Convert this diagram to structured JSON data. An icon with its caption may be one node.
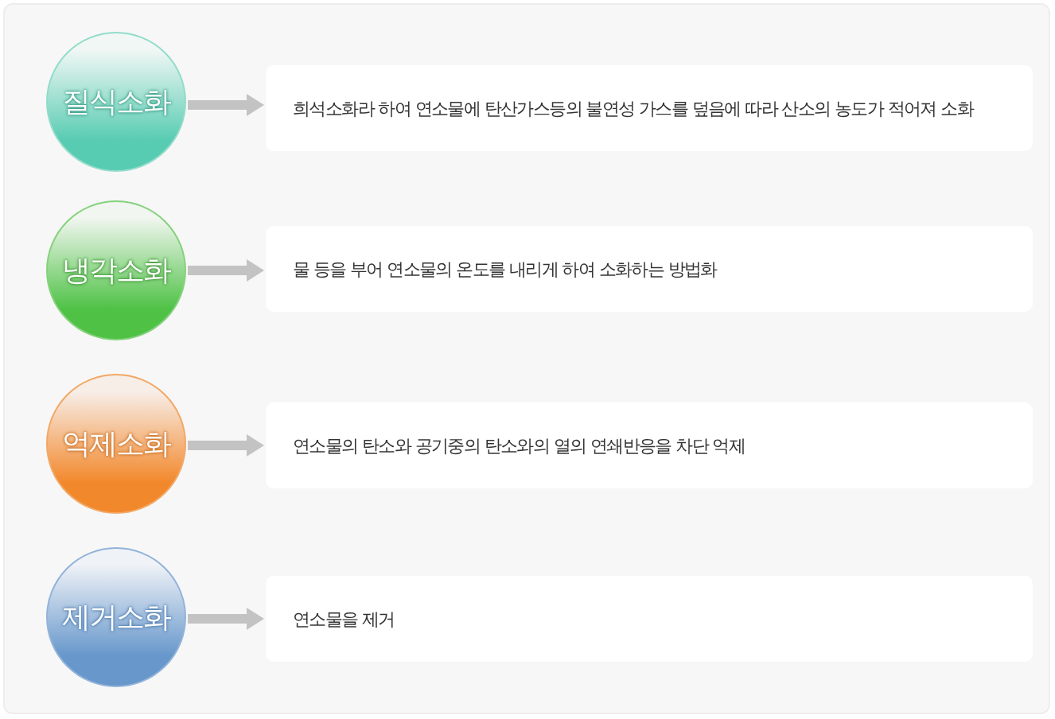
{
  "diagram": {
    "nodes": [
      {
        "text": [
          "질식소화"
        ]
      },
      {
        "text": [
          "희석소화라 하여 연소물에 탄산가스등의 불연성 가스를 덮음에 따라 산소의 농도가 적어져 소화"
        ]
      },
      {
        "text": [
          "냉각소화"
        ]
      },
      {
        "text": [
          "물 등을 부어 연소물의 온도를 내리게 하여 소화하는 방법화"
        ]
      },
      {
        "text": [
          "억제소화"
        ]
      },
      {
        "text": [
          "연소물의 탄소와 공기중의 탄소와의 열의 연쇄반응을 차단 억제"
        ]
      },
      {
        "text": [
          "제거소화"
        ]
      },
      {
        "text": [
          "연소물을 제거"
        ]
      }
    ],
    "edges": [
      {
        "from": 0,
        "to": 1,
        "arrow": "to"
      },
      {
        "from": 2,
        "to": 3,
        "arrow": "to"
      },
      {
        "from": 4,
        "to": 5,
        "arrow": "to"
      },
      {
        "from": 6,
        "to": 7,
        "arrow": "to"
      }
    ]
  }
}
